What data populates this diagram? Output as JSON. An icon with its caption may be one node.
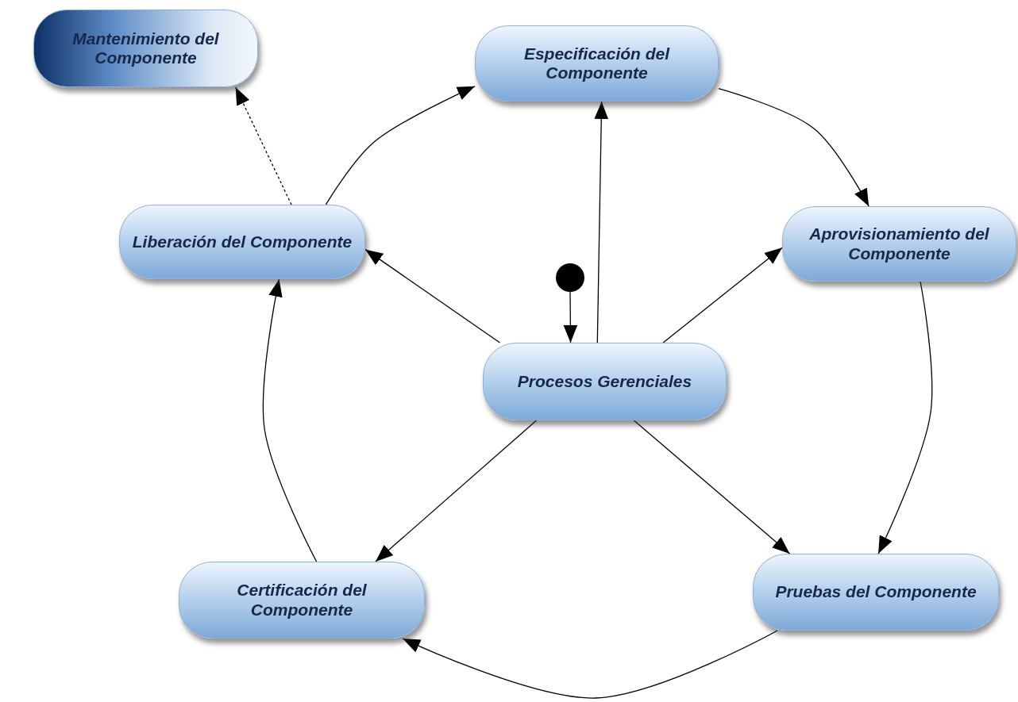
{
  "diagram": {
    "nodes": [
      {
        "text": [
          "Mantenimiento del Componente"
        ]
      },
      {
        "text": [
          "Especificación del Componente"
        ]
      },
      {
        "text": [
          "Liberación del Componente"
        ]
      },
      {
        "text": [
          "Aprovisionamiento del Componente"
        ]
      },
      {
        "text": [],
        "shape": "circle"
      },
      {
        "text": [
          "Procesos Gerenciales"
        ]
      },
      {
        "text": [
          "Certificación del Componente"
        ]
      },
      {
        "text": [
          "Pruebas del Componente"
        ]
      }
    ],
    "edges": [
      {
        "from": 4,
        "to": 5,
        "arrow": "to"
      },
      {
        "from": 5,
        "to": 1,
        "arrow": "to"
      },
      {
        "from": 5,
        "to": 2,
        "arrow": "to"
      },
      {
        "from": 5,
        "to": 3,
        "arrow": "to"
      },
      {
        "from": 5,
        "to": 6,
        "arrow": "to"
      },
      {
        "from": 5,
        "to": 7,
        "arrow": "to"
      },
      {
        "from": 2,
        "to": 1,
        "arrow": "to"
      },
      {
        "from": 1,
        "to": 3,
        "arrow": "to"
      },
      {
        "from": 3,
        "to": 7,
        "arrow": "to"
      },
      {
        "from": 7,
        "to": 6,
        "arrow": "to"
      },
      {
        "from": 6,
        "to": 2,
        "arrow": "to"
      },
      {
        "from": 2,
        "to": 0,
        "arrow": "to",
        "style": "dashed"
      }
    ]
  }
}
